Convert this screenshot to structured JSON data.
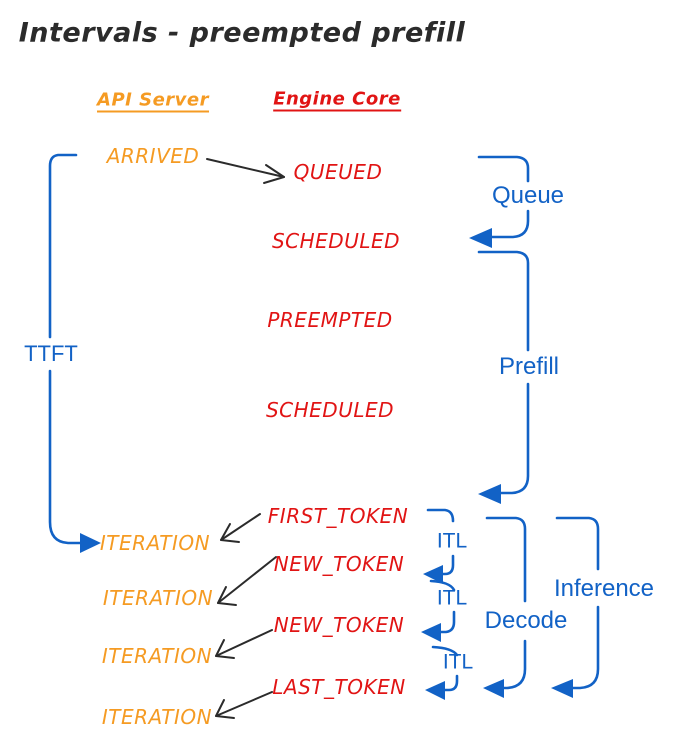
{
  "title": "Intervals - preempted prefill",
  "colors": {
    "interval_blue": "#1262c6",
    "engine_red": "#e11414",
    "api_orange": "#f59b23",
    "ink_black": "#2b2b2b"
  },
  "columns": {
    "api_server": "API Server",
    "engine_core": "Engine Core"
  },
  "api_events": {
    "arrived": "ARRIVED",
    "iterations": [
      "ITERATION",
      "ITERATION",
      "ITERATION",
      "ITERATION"
    ]
  },
  "engine_events": {
    "queued": "QUEUED",
    "scheduled_1": "SCHEDULED",
    "preempted": "PREEMPTED",
    "scheduled_2": "SCHEDULED",
    "first_token": "FIRST_TOKEN",
    "new_token_1": "NEW_TOKEN",
    "new_token_2": "NEW_TOKEN",
    "last_token": "LAST_TOKEN"
  },
  "intervals": {
    "ttft": "TTFT",
    "queue": "Queue",
    "prefill": "Prefill",
    "itl": [
      "ITL",
      "ITL",
      "ITL"
    ],
    "decode": "Decode",
    "inference": "Inference"
  }
}
